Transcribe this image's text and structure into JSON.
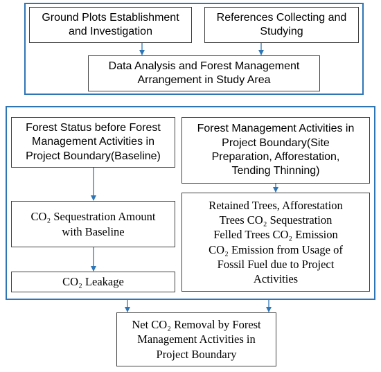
{
  "diagram": {
    "accent_color": "#2e75b6",
    "top_section": {
      "ground_plots": "Ground Plots Establishment\nand Investigation",
      "references": "References Collecting and\nStudying",
      "data_analysis": "Data Analysis and Forest Management\nArrangement in Study Area"
    },
    "middle_section": {
      "forest_status": "Forest Status before Forest\nManagement Activities in\nProject Boundary(Baseline)",
      "management_activities": "Forest Management Activities in\nProject Boundary(Site\nPreparation, Afforestation,\nTending Thinning)",
      "sequestration_baseline": "CO₂  Sequestration Amount\nwith Baseline",
      "retained_trees": "Retained Trees, Afforestation\nTrees CO₂ Sequestration\nFelled Trees CO₂ Emission\nCO₂ Emission from Usage of\nFossil Fuel due to Project\nActivities",
      "leakage": "CO₂  Leakage"
    },
    "bottom_section": {
      "net_removal": "Net CO₂  Removal by Forest\nManagement Activities in\nProject Boundary"
    }
  }
}
